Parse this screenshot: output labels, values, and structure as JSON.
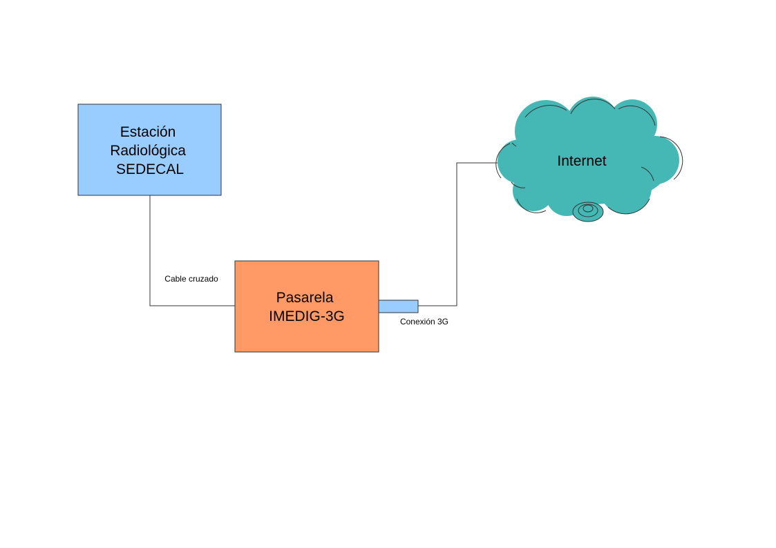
{
  "colors": {
    "station_fill": "#99ccff",
    "gateway_fill": "#ff9966",
    "modem_fill": "#99ccff",
    "cloud_fill": "#45b8b5",
    "line": "#333333"
  },
  "nodes": {
    "station": {
      "line1": "Estación",
      "line2": "Radiológica",
      "line3": "SEDECAL"
    },
    "gateway": {
      "line1": "Pasarela",
      "line2": "IMEDIG-3G"
    },
    "internet": {
      "label": "Internet"
    }
  },
  "edges": {
    "crossover": {
      "label": "Cable cruzado"
    },
    "link_3g": {
      "label": "Conexión 3G"
    }
  }
}
